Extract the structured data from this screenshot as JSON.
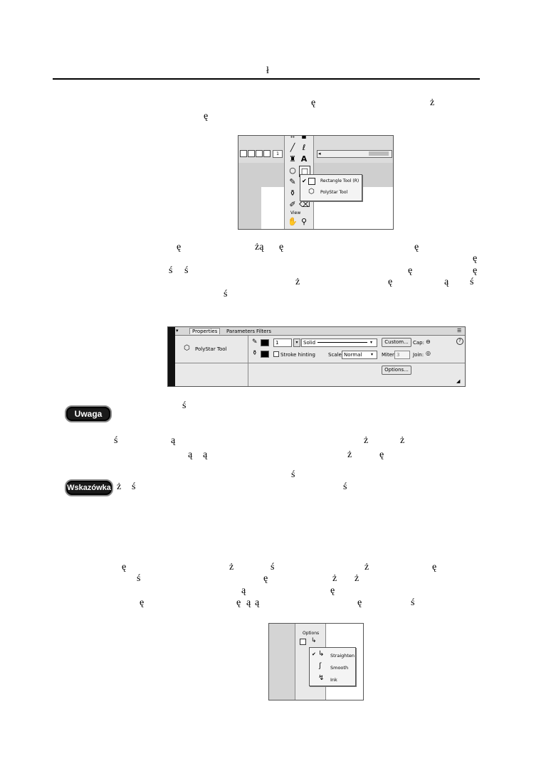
{
  "header": {
    "char": "ł"
  },
  "paragraph1": {
    "fragments": [
      "ę",
      "ż",
      "ę"
    ]
  },
  "figure_toolbar": {
    "frame_value": "1",
    "menu": [
      {
        "label": "Rectangle Tool (R)",
        "checked": true,
        "icon": "rectangle-icon"
      },
      {
        "label": "PolyStar Tool",
        "checked": false,
        "icon": "polystar-icon"
      }
    ],
    "view_label": "View"
  },
  "paragraph2": {
    "fragments": [
      "ę",
      "żą",
      "ę",
      "ę",
      "ę",
      "ś",
      "ś",
      "ę",
      "ę",
      "ż",
      "ę",
      "ą",
      "ś",
      "ś"
    ]
  },
  "figure_properties": {
    "tabs": [
      "Properties",
      "Parameters",
      "Filters"
    ],
    "tool_name": "PolyStar Tool",
    "stroke_width": "1",
    "stroke_style": "Solid",
    "custom_button": "Custom...",
    "cap_label": "Cap:",
    "stroke_hinting_label": "Stroke hinting",
    "scale_label": "Scale:",
    "scale_value": "Normal",
    "miter_label": "Miter:",
    "miter_value": "3",
    "join_label": "Join:",
    "options_button": "Options..."
  },
  "note_uwaga": {
    "badge": "Uwaga",
    "fragments": [
      "ś",
      "ś",
      "ą",
      "ż",
      "ż",
      "ą",
      "ą",
      "ż",
      "ę"
    ]
  },
  "note_wskazowka": {
    "badge": "Wskazówka",
    "fragments": [
      "ś",
      "ż",
      "ś",
      "ś"
    ]
  },
  "paragraph3": {
    "fragments": [
      "ę",
      "ż",
      "ś",
      "ż",
      "ę",
      "ś",
      "ę",
      "ż",
      "ż",
      "ą",
      "ę",
      "ę",
      "ę",
      "ą",
      "ą",
      "ę",
      "ś"
    ]
  },
  "figure_options": {
    "title": "Options",
    "menu": [
      {
        "label": "Straighten",
        "checked": true,
        "icon": "straighten-icon"
      },
      {
        "label": "Smooth",
        "checked": false,
        "icon": "smooth-icon"
      },
      {
        "label": "Ink",
        "checked": false,
        "icon": "ink-icon"
      }
    ]
  },
  "colors": {
    "badge_bg": "#1a1a1a",
    "panel_bg": "#e9e9e9",
    "sidebar_dark": "#111111"
  }
}
